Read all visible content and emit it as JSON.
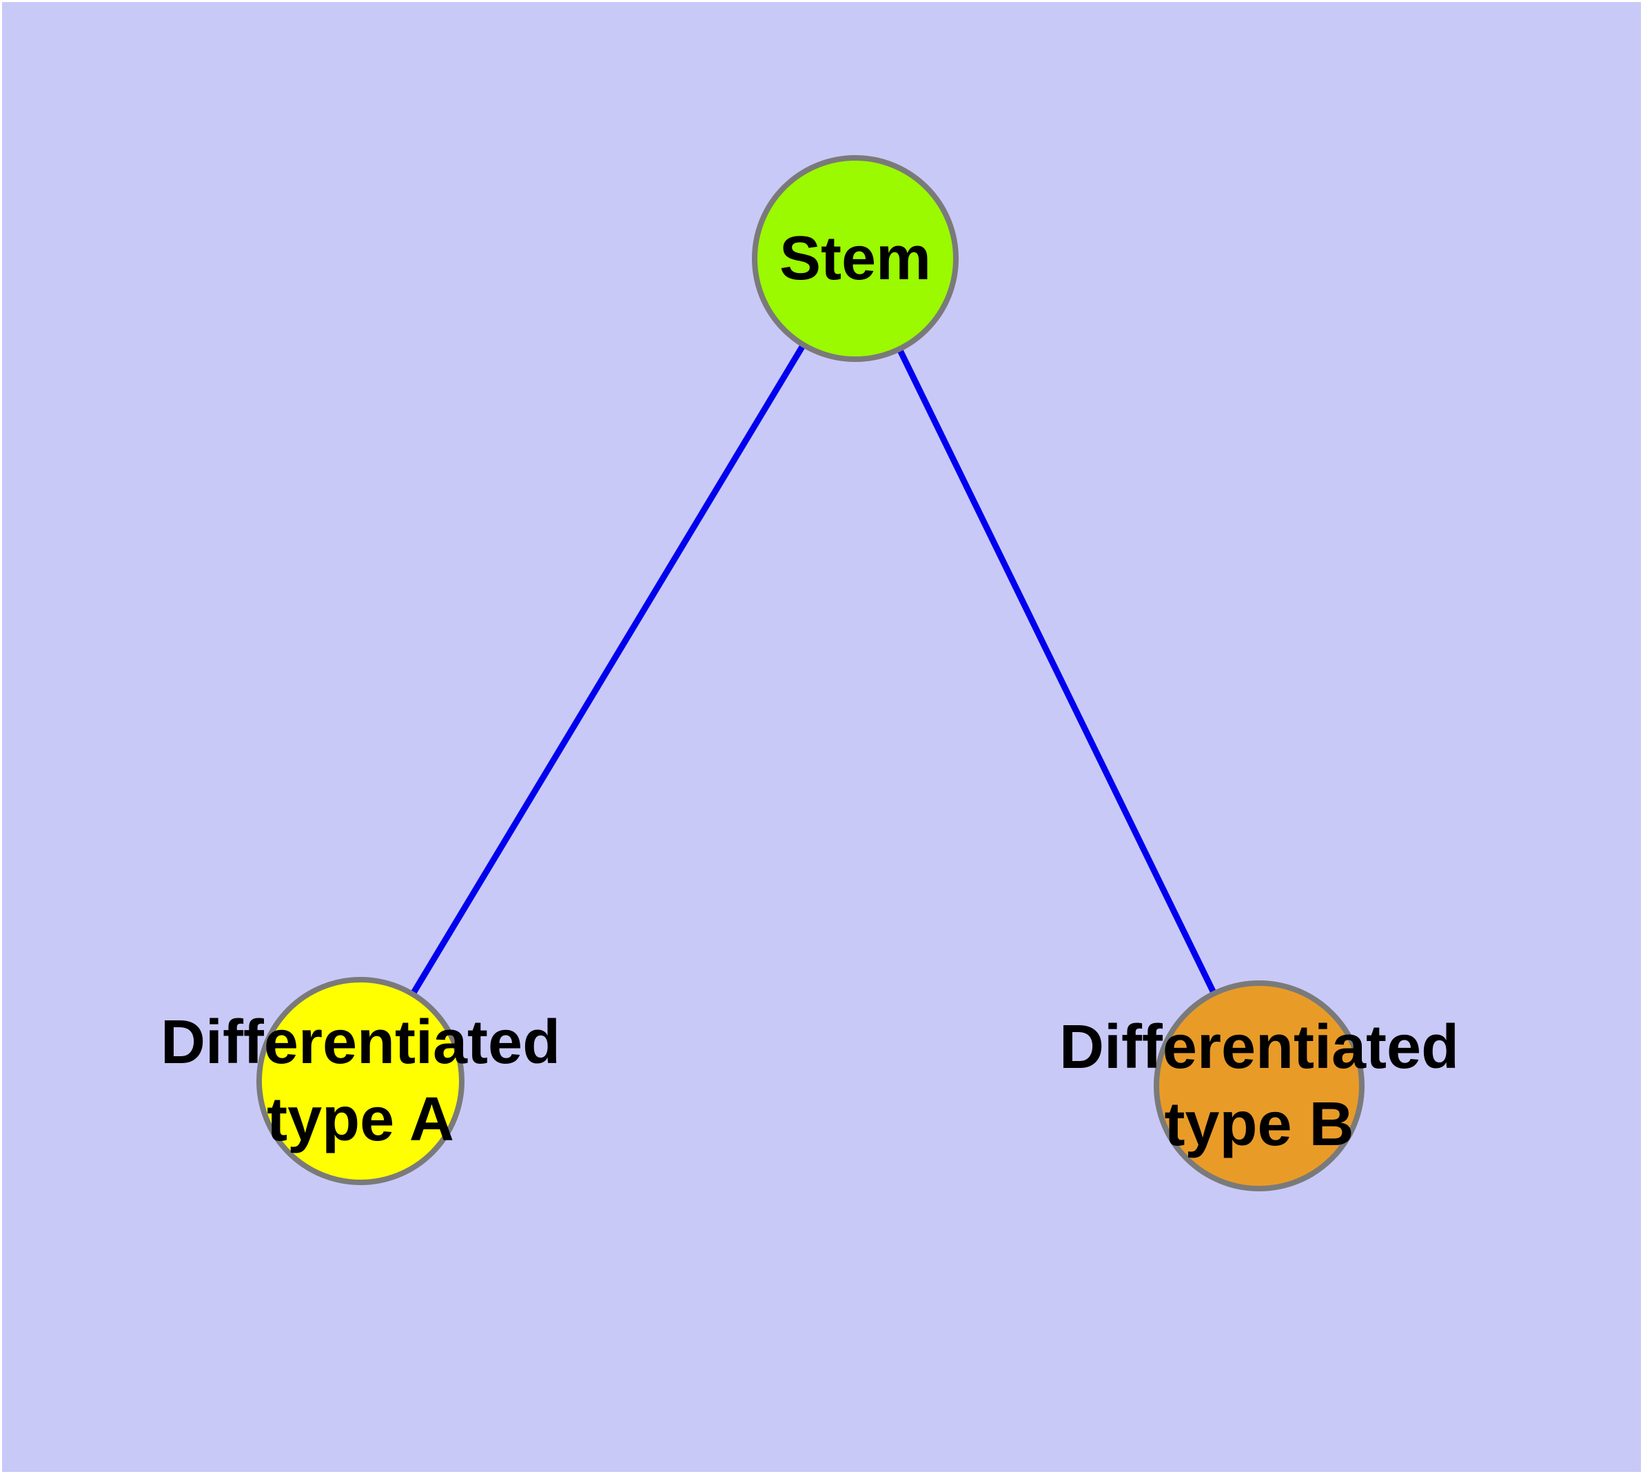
{
  "diagram": {
    "background_color": "#C9C9F8",
    "border_color": "#7A7A7A",
    "edge_color": "#0000EE",
    "text_color": "#000000",
    "nodes": [
      {
        "id": "stem",
        "lines": [
          "Stem"
        ],
        "fill": "#9BF900"
      },
      {
        "id": "type-a",
        "lines": [
          "Differentiated",
          "type A"
        ],
        "fill": "#FFFF00"
      },
      {
        "id": "type-b",
        "lines": [
          "Differentiated",
          "type B"
        ],
        "fill": "#E99B28"
      }
    ],
    "edges": [
      {
        "from": "stem",
        "to": "type-a"
      },
      {
        "from": "stem",
        "to": "type-b"
      }
    ]
  }
}
